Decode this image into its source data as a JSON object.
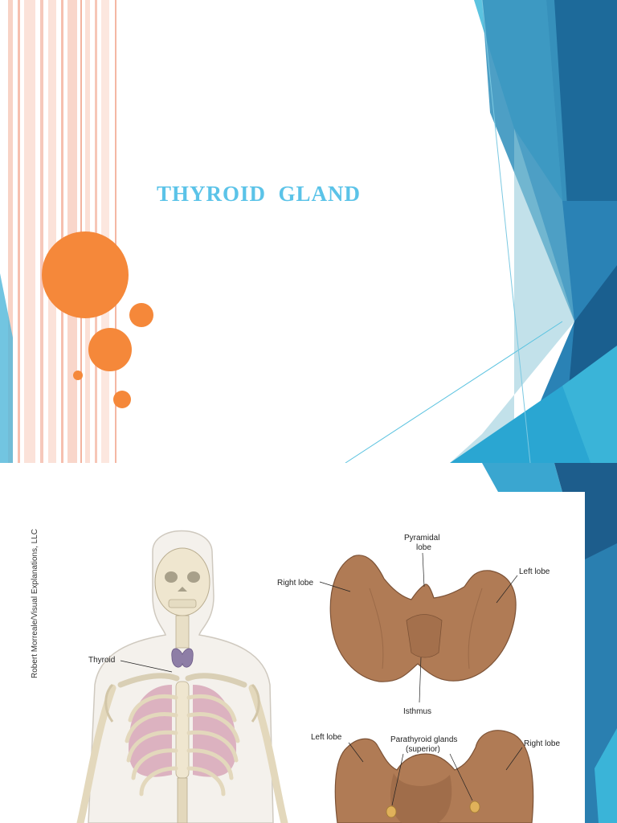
{
  "slide1": {
    "title": "THYROID  GLAND"
  },
  "slide2": {
    "credit": "Robert Morreale/Visual Explanations, LLC",
    "labels": {
      "thyroid": "Thyroid",
      "right_lobe_top": "Right lobe",
      "pyramidal_1": "Pyramidal",
      "pyramidal_2": "lobe",
      "left_lobe_top": "Left lobe",
      "isthmus": "Isthmus",
      "left_lobe_bottom": "Left lobe",
      "parathyroid_1": "Parathyroid glands",
      "parathyroid_2": "(superior)",
      "right_lobe_bottom": "Right lobe"
    }
  },
  "colors": {
    "title": "#5bc3e8",
    "orange": "#f5883a",
    "teal_dark": "#1d5d8c",
    "teal_mid": "#2b8bb8",
    "teal_light": "#3ab4d8",
    "stripe": "#f6c8bb",
    "gland": "#b5805a"
  }
}
